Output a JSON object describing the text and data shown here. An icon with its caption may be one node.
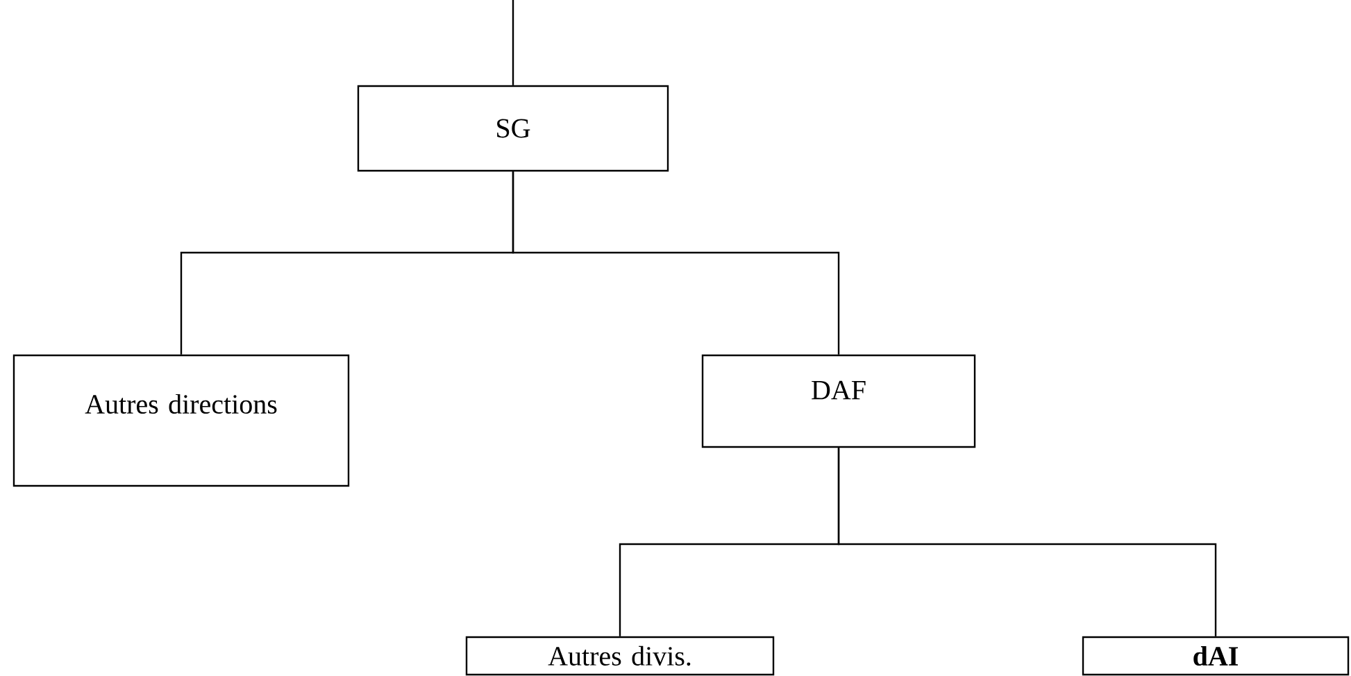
{
  "diagram": {
    "nodes": [
      {
        "text": [
          "SG"
        ]
      },
      {
        "text": [
          "Autres directions"
        ]
      },
      {
        "text": [
          "DAF"
        ]
      },
      {
        "text": [
          "Autres divis."
        ]
      },
      {
        "text": [
          "dAI"
        ]
      }
    ],
    "edges": [
      {
        "from": null,
        "to": 0,
        "arrow": "none"
      },
      {
        "from": 0,
        "to": 1,
        "arrow": "none"
      },
      {
        "from": 0,
        "to": 2,
        "arrow": "none"
      },
      {
        "from": 2,
        "to": 3,
        "arrow": "none"
      },
      {
        "from": 2,
        "to": 4,
        "arrow": "none"
      }
    ]
  }
}
